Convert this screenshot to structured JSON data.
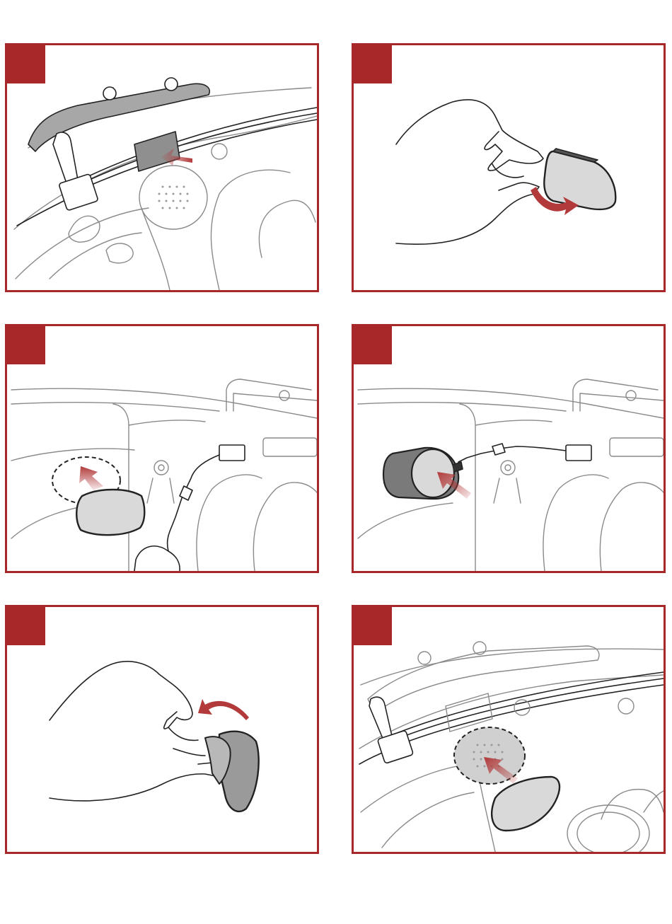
{
  "document": {
    "panels": [
      {
        "id": 1,
        "illustration": "mount-cable-holder-and-clip"
      },
      {
        "id": 2,
        "illustration": "peel-speaker-pad-backing"
      },
      {
        "id": 3,
        "illustration": "attach-pad-to-helmet"
      },
      {
        "id": 4,
        "illustration": "press-boom-microphone"
      },
      {
        "id": 5,
        "illustration": "peel-velcro-backing"
      },
      {
        "id": 6,
        "illustration": "attach-speaker-pad-to-ear-pocket"
      }
    ],
    "colors": {
      "frame": "#a8282a",
      "arrow": "#b23a3a",
      "pad_fill": "#d9d9d9",
      "pad_dark": "#9a9a9a",
      "line_art": "#8a8a8a"
    }
  }
}
